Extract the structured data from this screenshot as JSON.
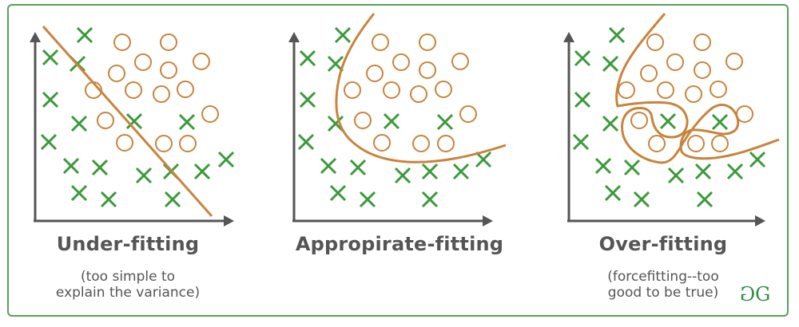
{
  "colors": {
    "frame": "#5a9e5a",
    "axis": "#555555",
    "cross": "#3a9a3a",
    "circle": "#c8843c",
    "boundary": "#c8843c",
    "text": "#555555",
    "logo": "#2f8d46"
  },
  "panels": [
    {
      "title": "Under-fitting",
      "subtitle_lines": [
        "(too simple to",
        "explain the variance)"
      ]
    },
    {
      "title": "Appropirate-fitting",
      "subtitle_lines": []
    },
    {
      "title": "Over-fitting",
      "subtitle_lines": [
        "(forcefitting--too",
        "good to be true)"
      ]
    }
  ],
  "logo": {
    "text": "GG",
    "icon": "geeksforgeeks-logo-icon"
  },
  "icons": {
    "cross": "x-marker-icon",
    "circle": "o-marker-icon",
    "axis_arrow": "arrow-icon"
  }
}
